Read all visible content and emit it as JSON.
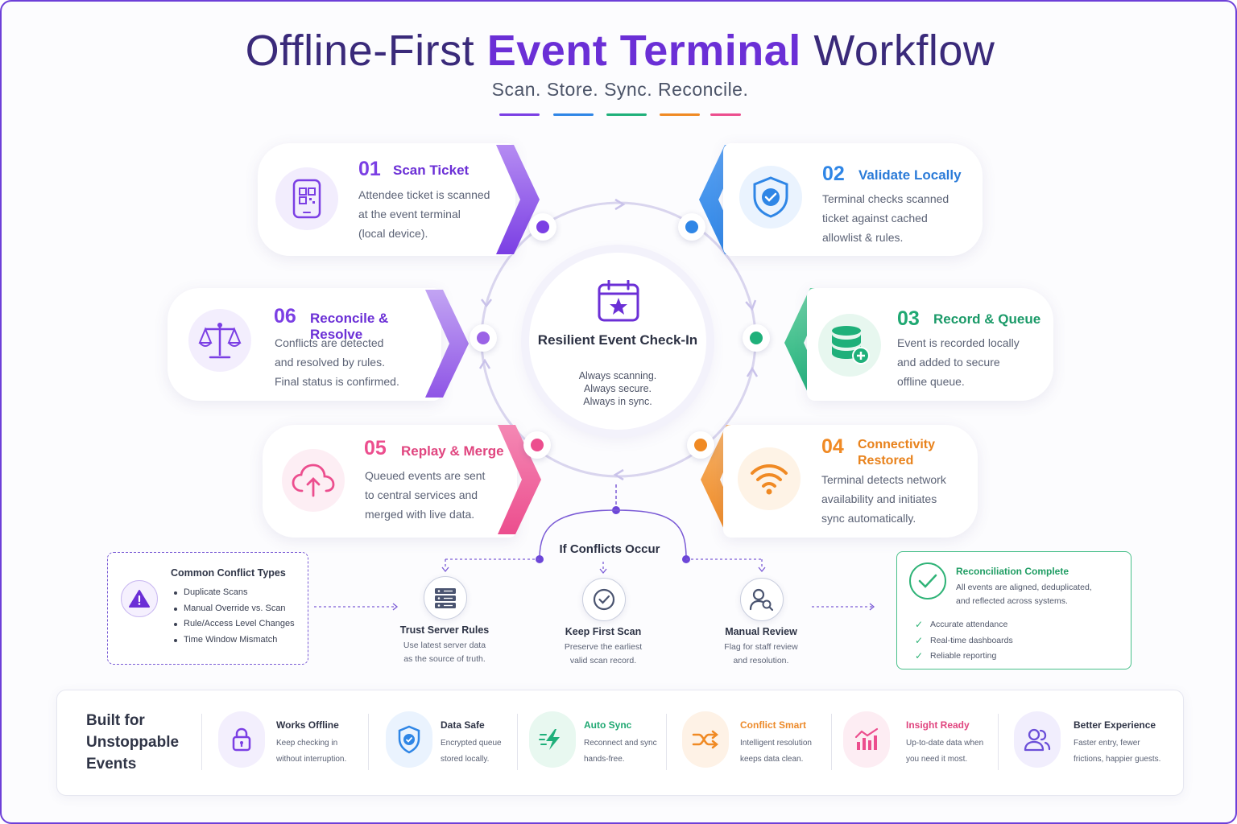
{
  "header": {
    "title_light_1": "Offline-First",
    "title_bold": "Event Terminal",
    "title_light_2": "Workflow",
    "subtitle": "Scan. Store. Sync. Reconcile."
  },
  "colors": {
    "purple": "#7b3fe4",
    "blue": "#2f86e6",
    "green": "#1fb07a",
    "orange": "#f08a24",
    "pink": "#ec4e8e",
    "violet": "#9b63e6"
  },
  "center": {
    "title": "Resilient Event Check-In",
    "lines": [
      "Always scanning.",
      "Always secure.",
      "Always in sync."
    ]
  },
  "steps": [
    {
      "num": "01",
      "title": "Scan Ticket",
      "icon": "qr-phone-icon",
      "desc": [
        "Attendee ticket is scanned",
        "at the event terminal",
        "(local device)."
      ]
    },
    {
      "num": "02",
      "title": "Validate Locally",
      "icon": "shield-check-icon",
      "desc": [
        "Terminal checks scanned",
        "ticket against cached",
        "allowlist & rules."
      ]
    },
    {
      "num": "03",
      "title": "Record & Queue",
      "icon": "database-plus-icon",
      "desc": [
        "Event is recorded locally",
        "and added to secure",
        "offline queue."
      ]
    },
    {
      "num": "04",
      "title": "Connectivity Restored",
      "title_lines": [
        "Connectivity",
        "Restored"
      ],
      "icon": "wifi-icon",
      "desc": [
        "Terminal detects network",
        "availability and initiates",
        "sync automatically."
      ]
    },
    {
      "num": "05",
      "title": "Replay & Merge",
      "icon": "cloud-upload-icon",
      "desc": [
        "Queued events are sent",
        "to central services and",
        "merged with live data."
      ]
    },
    {
      "num": "06",
      "title": "Reconcile & Resolve",
      "icon": "scales-icon",
      "desc": [
        "Conflicts are detected",
        "and resolved by rules.",
        "Final status is confirmed."
      ]
    }
  ],
  "conflicts": {
    "title": "Common Conflict Types",
    "items": [
      "Duplicate Scans",
      "Manual Override vs. Scan",
      "Rule/Access Level Changes",
      "Time Window Mismatch"
    ]
  },
  "if_conflicts": {
    "title": "If Conflicts Occur",
    "options": [
      {
        "title": "Trust Server Rules",
        "icon": "server-icon",
        "desc": [
          "Use latest server data",
          "as the source of truth."
        ]
      },
      {
        "title": "Keep First Scan",
        "icon": "check-circle-icon",
        "desc": [
          "Preserve the earliest",
          "valid scan record."
        ]
      },
      {
        "title": "Manual Review",
        "icon": "user-search-icon",
        "desc": [
          "Flag for staff review",
          "and resolution."
        ]
      }
    ]
  },
  "reconciliation": {
    "title": "Reconciliation Complete",
    "desc": [
      "All events are aligned, deduplicated,",
      "and reflected across systems."
    ],
    "items": [
      "Accurate attendance",
      "Real-time dashboards",
      "Reliable reporting"
    ]
  },
  "bottom": {
    "heading_lines": [
      "Built for",
      "Unstoppable",
      "Events"
    ],
    "features": [
      {
        "title": "Works Offline",
        "icon": "lock-icon",
        "desc": [
          "Keep checking in",
          "without interruption."
        ],
        "color": "#2f3446"
      },
      {
        "title": "Data Safe",
        "icon": "shield-icon",
        "desc": [
          "Encrypted queue",
          "stored locally."
        ],
        "color": "#2f3446"
      },
      {
        "title": "Auto Sync",
        "icon": "lightning-icon",
        "desc": [
          "Reconnect and sync",
          "hands-free."
        ],
        "color": "#1fa872"
      },
      {
        "title": "Conflict Smart",
        "icon": "shuffle-icon",
        "desc": [
          "Intelligent resolution",
          "keeps data clean."
        ],
        "color": "#ec8a2a"
      },
      {
        "title": "Insight Ready",
        "icon": "chart-icon",
        "desc": [
          "Up-to-date data when",
          "you need it most."
        ],
        "color": "#e0457f"
      },
      {
        "title": "Better Experience",
        "icon": "users-icon",
        "desc": [
          "Faster entry, fewer",
          "frictions, happier guests."
        ],
        "color": "#2f3446"
      }
    ]
  }
}
